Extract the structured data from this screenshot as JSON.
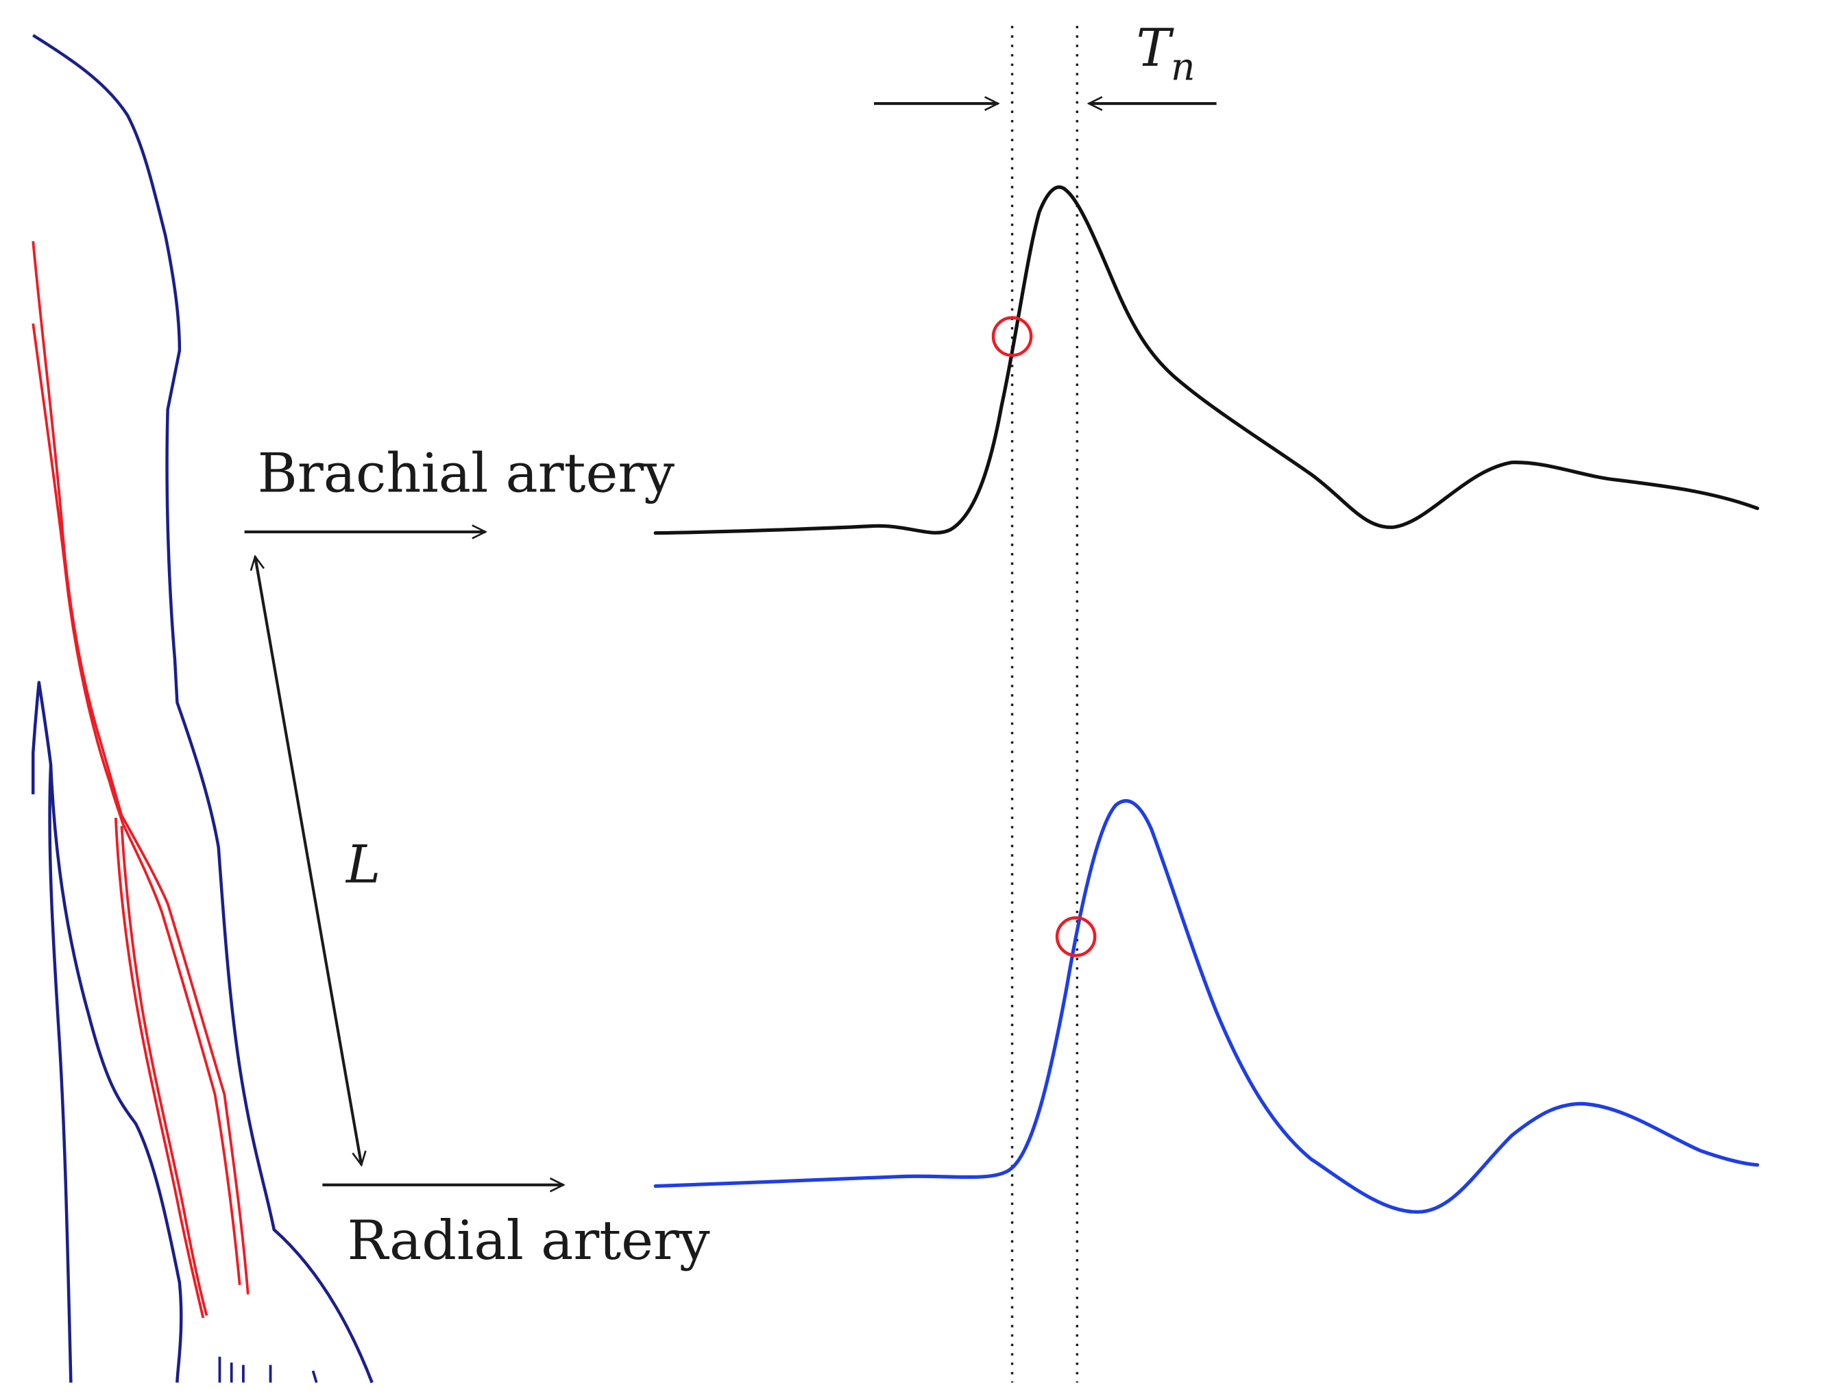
{
  "labels": {
    "brachial": "Brachial artery",
    "radial": "Radial artery",
    "distance": "L",
    "transit_time_symbol": "T",
    "transit_time_subscript": "n"
  },
  "colors": {
    "arm_outline": "#1a1f8c",
    "artery": "#ee1c24",
    "brachial_wave": "#111111",
    "radial_wave": "#1f3ee6",
    "foot_marker": "#ee1c24",
    "arrows": "#1a1a1a",
    "reference_lines": "#1a1a1a"
  }
}
